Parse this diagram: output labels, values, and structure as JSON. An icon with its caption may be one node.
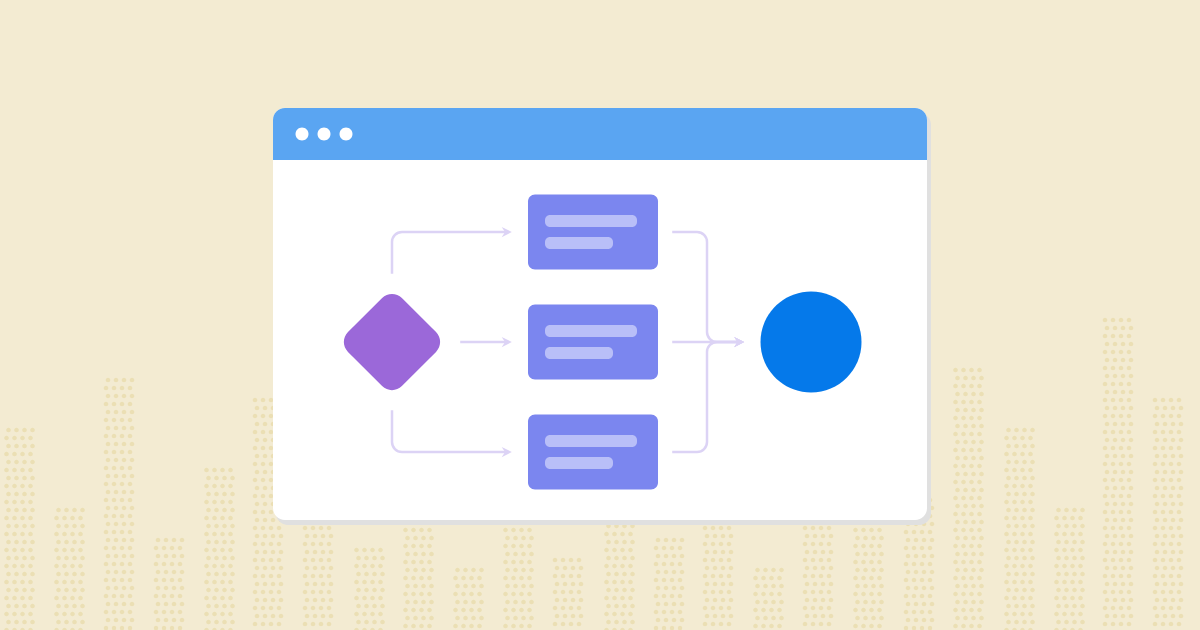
{
  "diagram": {
    "nodes": [
      {
        "text": [],
        "shape": "diamond"
      },
      {
        "text": [],
        "shape": "box"
      },
      {
        "text": [],
        "shape": "box"
      },
      {
        "text": [],
        "shape": "box"
      },
      {
        "text": [],
        "shape": "circle"
      }
    ],
    "edges": [
      {
        "from": 0,
        "to": 1,
        "arrow": "to"
      },
      {
        "from": 0,
        "to": 2,
        "arrow": "to"
      },
      {
        "from": 0,
        "to": 3,
        "arrow": "to"
      },
      {
        "from": 1,
        "to": 4,
        "arrow": "to"
      },
      {
        "from": 2,
        "to": 4,
        "arrow": "to"
      },
      {
        "from": 3,
        "to": 4,
        "arrow": "to"
      }
    ]
  }
}
